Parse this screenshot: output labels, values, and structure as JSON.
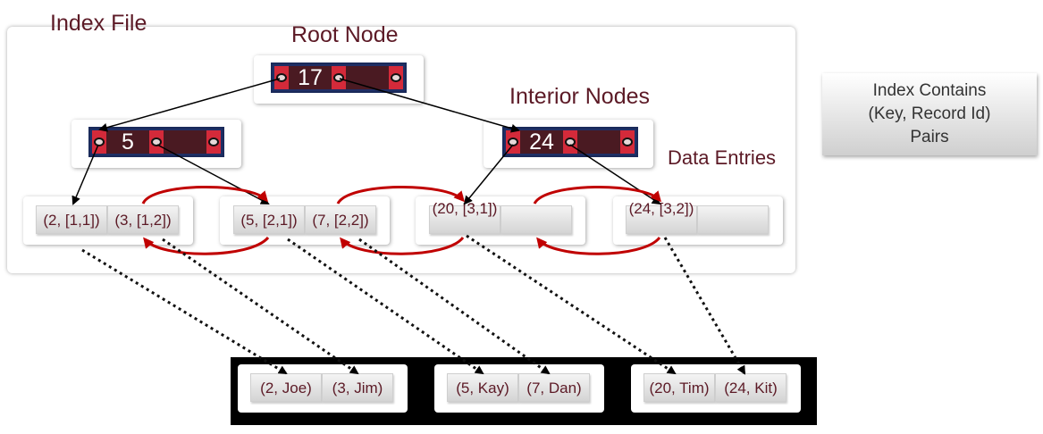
{
  "labels": {
    "index_file": "Index File",
    "root_node": "Root Node",
    "interior_nodes": "Interior Nodes",
    "data_entries": "Data Entries"
  },
  "legend": {
    "line1": "Index Contains",
    "line2": "(Key, Record Id)",
    "line3": "Pairs"
  },
  "root": {
    "key": "17"
  },
  "interior": [
    {
      "key": "5"
    },
    {
      "key": "24"
    }
  ],
  "leaves": [
    {
      "entries": [
        "(2, [1,1])",
        "(3, [1,2])"
      ]
    },
    {
      "entries": [
        "(5, [2,1])",
        "(7, [2,2])"
      ]
    },
    {
      "entries": [
        "(20, [3,1])",
        ""
      ]
    },
    {
      "entries": [
        "(24, [3,2])",
        ""
      ]
    }
  ],
  "records": [
    {
      "items": [
        "(2, Joe)",
        "(3, Jim)"
      ]
    },
    {
      "items": [
        "(5, Kay)",
        "(7, Dan)"
      ]
    },
    {
      "items": [
        "(20, Tim)",
        "(24, Kit)"
      ]
    }
  ],
  "colors": {
    "maroon": "#5c1a26",
    "node_blue": "#1f2f66",
    "pointer_red": "#d42a3a",
    "sibling_arrow_red": "#c00000"
  }
}
